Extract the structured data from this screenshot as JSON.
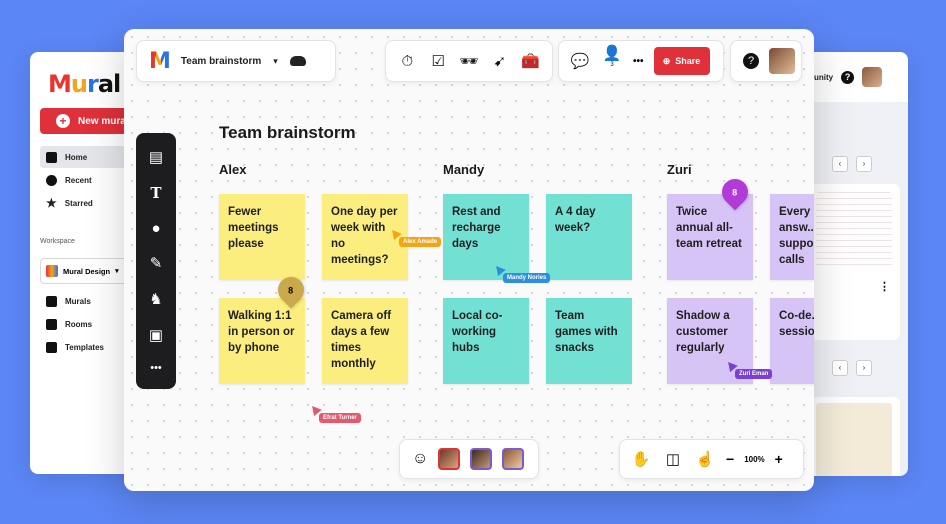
{
  "left_window": {
    "logo": "Mural",
    "new_mural": "New mural",
    "nav": [
      {
        "label": "Home",
        "icon": "home-icon"
      },
      {
        "label": "Recent",
        "icon": "clock-icon"
      },
      {
        "label": "Starred",
        "icon": "star-icon"
      }
    ],
    "workspace_label": "Workspace",
    "workspace_name": "Mural Design",
    "workspace_nav": [
      {
        "label": "Murals",
        "icon": "murals-icon"
      },
      {
        "label": "Rooms",
        "icon": "rooms-icon"
      },
      {
        "label": "Templates",
        "icon": "templates-icon"
      }
    ]
  },
  "right_window": {
    "top_text": "unity",
    "help": "?"
  },
  "header": {
    "title": "Team brainstorm",
    "caret": "▾",
    "help": "?",
    "share": "Share",
    "participants_count": "3",
    "more": "•••",
    "tools": [
      "timer-icon",
      "checkbox-icon",
      "private-mode-icon",
      "cursor-icon",
      "toolbox-icon"
    ]
  },
  "board": {
    "title": "Team brainstorm",
    "columns": [
      {
        "name": "Alex",
        "notes": [
          "Fewer meetings please",
          "One day per week with no meetings?",
          "Walking 1:1 in person or by phone",
          "Camera off days a few times monthly"
        ]
      },
      {
        "name": "Mandy",
        "notes": [
          "Rest and recharge days",
          "A 4 day week?",
          "Local co-working hubs",
          "Team games with snacks"
        ]
      },
      {
        "name": "Zuri",
        "notes": [
          "Twice annual all-team retreat",
          "Every answ... suppo... calls",
          "Shadow a customer regularly",
          "Co-de... sessio..."
        ]
      }
    ],
    "votes": [
      "8",
      "8"
    ],
    "cursors": [
      {
        "name": "Alex Amade",
        "color": "#f2a516"
      },
      {
        "name": "Mandy Nories",
        "color": "#2d8fe0"
      },
      {
        "name": "Zuri Eman",
        "color": "#7a3fd6"
      },
      {
        "name": "Efrat Turner",
        "color": "#e25a6e"
      }
    ]
  },
  "bottom": {
    "zoom": "100%",
    "minus": "−",
    "plus": "+"
  },
  "colors": {
    "background": "#5b86f5",
    "share": "#e0303a",
    "yellow_note": "#fbee7e",
    "teal_note": "#73e0d4",
    "purple_note": "#d7c4f7"
  }
}
